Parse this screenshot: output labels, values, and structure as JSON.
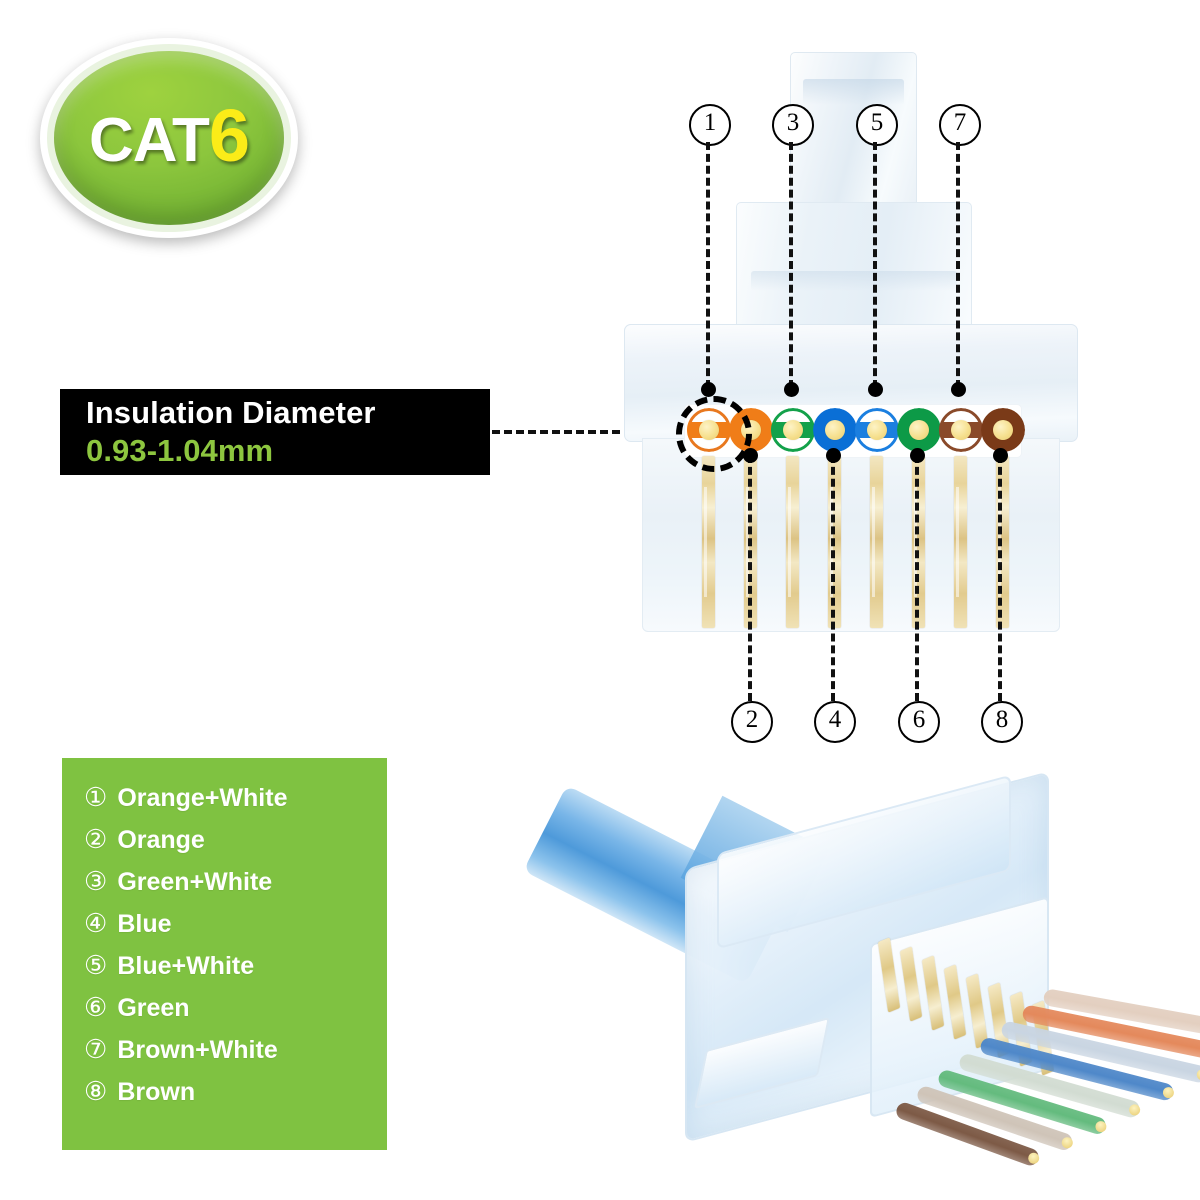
{
  "badge": {
    "prefix": "CAT",
    "category": "6"
  },
  "insulation": {
    "title": "Insulation Diameter",
    "value": "0.93-1.04mm",
    "title_color": "#ffffff",
    "value_color": "#8dc63f",
    "background": "#000000"
  },
  "legend": {
    "background": "#7fc241",
    "text_color": "#ffffff",
    "items": [
      {
        "num": "①",
        "label": "Orange+White"
      },
      {
        "num": "②",
        "label": "Orange"
      },
      {
        "num": "③",
        "label": "Green+White"
      },
      {
        "num": "④",
        "label": "Blue"
      },
      {
        "num": "⑤",
        "label": "Blue+White"
      },
      {
        "num": "⑥",
        "label": "Green"
      },
      {
        "num": "⑦",
        "label": "Brown+White"
      },
      {
        "num": "⑧",
        "label": "Brown"
      }
    ]
  },
  "callouts": {
    "top": [
      {
        "label": "1"
      },
      {
        "label": "3"
      },
      {
        "label": "5"
      },
      {
        "label": "7"
      }
    ],
    "bottom": [
      {
        "label": "2"
      },
      {
        "label": "4"
      },
      {
        "label": "6"
      },
      {
        "label": "8"
      }
    ]
  },
  "pins": [
    {
      "number": "1",
      "name": "Orange+White",
      "ring": "#e8781f",
      "band": "#f07d18",
      "striped": true
    },
    {
      "number": "2",
      "name": "Orange",
      "ring": "#f07d18",
      "band": "#f07d18",
      "striped": false
    },
    {
      "number": "3",
      "name": "Green+White",
      "ring": "#13a14a",
      "band": "#13a14a",
      "striped": true
    },
    {
      "number": "4",
      "name": "Blue",
      "ring": "#0a6fd6",
      "band": "#0a6fd6",
      "striped": false
    },
    {
      "number": "5",
      "name": "Blue+White",
      "ring": "#1b7fe0",
      "band": "#1b7fe0",
      "striped": true
    },
    {
      "number": "6",
      "name": "Green",
      "ring": "#0d9a47",
      "band": "#0d9a47",
      "striped": false
    },
    {
      "number": "7",
      "name": "Brown+White",
      "ring": "#8a4a2a",
      "band": "#8a4a2a",
      "striped": true
    },
    {
      "number": "8",
      "name": "Brown",
      "ring": "#7a3a18",
      "band": "#7a3a18",
      "striped": false
    }
  ],
  "photo": {
    "cable_color": "#4e9ada",
    "wires": [
      {
        "name": "brown",
        "color": "#7d5a46"
      },
      {
        "name": "brown-white",
        "color": "#cfc4b8"
      },
      {
        "name": "green",
        "color": "#64bb7e"
      },
      {
        "name": "green-white",
        "color": "#d2dcd2"
      },
      {
        "name": "blue",
        "color": "#4f88c9"
      },
      {
        "name": "blue-white",
        "color": "#c9d5e2"
      },
      {
        "name": "orange",
        "color": "#e4895c"
      },
      {
        "name": "orange-white",
        "color": "#e3cfc0"
      }
    ]
  }
}
